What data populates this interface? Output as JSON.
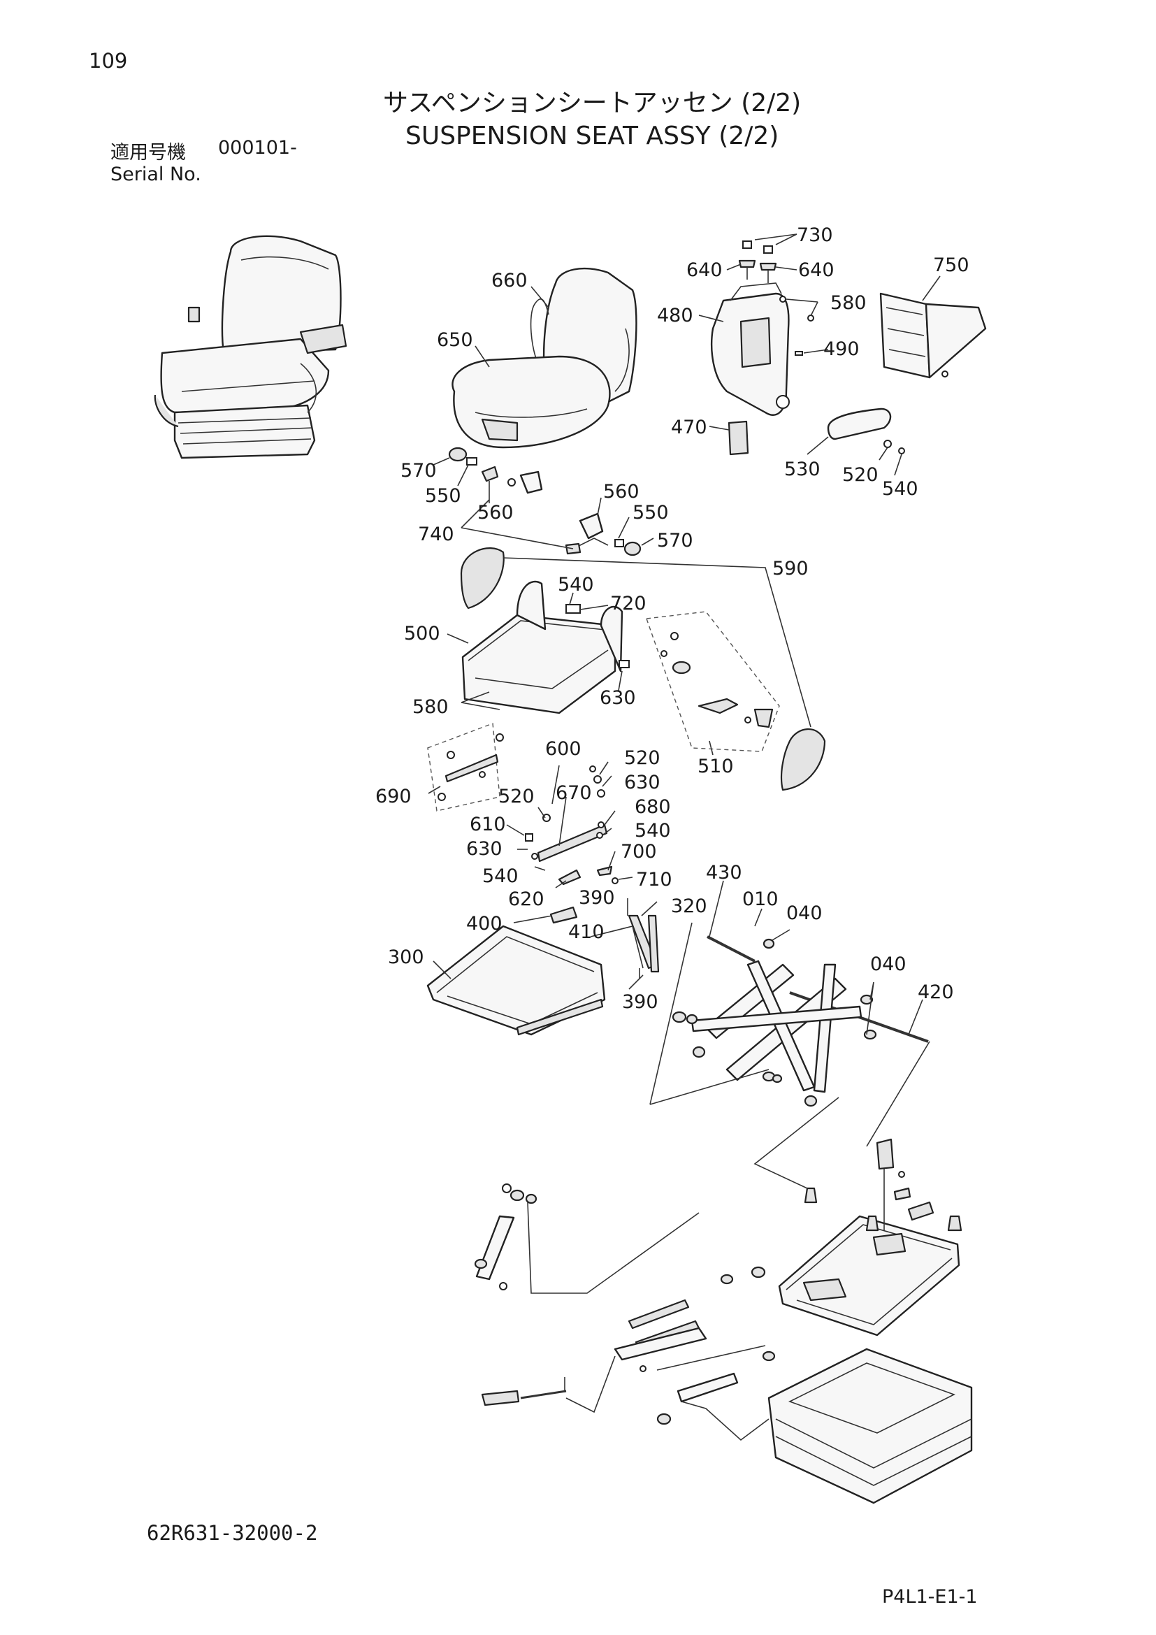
{
  "page_number": "109",
  "title_jp": "サスペンションシートアッセン (2/2)",
  "title_en": "SUSPENSION SEAT ASSY (2/2)",
  "serial": {
    "label_jp": "適用号機",
    "value": "000101-",
    "label_en": "Serial No."
  },
  "document_code": "62R631-32000-2",
  "page_code": "P4L1-E1-1",
  "callouts": {
    "c730": "730",
    "c640a": "640",
    "c640b": "640",
    "c750": "750",
    "c660": "660",
    "c580a": "580",
    "c480": "480",
    "c490": "490",
    "c650": "650",
    "c470": "470",
    "c530": "530",
    "c520a": "520",
    "c540a": "540",
    "c570a": "570",
    "c550a": "550",
    "c560a": "560",
    "c560b": "560",
    "c550b": "550",
    "c570b": "570",
    "c740": "740",
    "c590": "590",
    "c540b": "540",
    "c720": "720",
    "c500": "500",
    "c630a": "630",
    "c580b": "580",
    "c510": "510",
    "c600": "600",
    "c520b": "520",
    "c630b": "630",
    "c690": "690",
    "c520c": "520",
    "c670": "670",
    "c680": "680",
    "c610": "610",
    "c540c": "540",
    "c630c": "630",
    "c700": "700",
    "c540d": "540",
    "c710": "710",
    "c620": "620",
    "c430": "430",
    "c390a": "390",
    "c320": "320",
    "c010": "010",
    "c040a": "040",
    "c400": "400",
    "c410": "410",
    "c300": "300",
    "c040b": "040",
    "c420": "420",
    "c390b": "390"
  }
}
